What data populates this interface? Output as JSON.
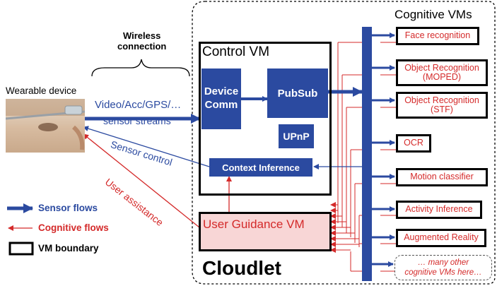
{
  "wearable": {
    "label": "Wearable device"
  },
  "wireless": {
    "label": "Wireless connection",
    "line1": "Wireless",
    "line2": "connection"
  },
  "links": {
    "video_label": "Video/Acc/GPS/…",
    "sensor_streams": "sensor streams",
    "sensor_control": "Sensor control",
    "user_assistance": "User assistance"
  },
  "cloudlet": {
    "label": "Cloudlet"
  },
  "control_vm": {
    "title": "Control VM",
    "device_comm": {
      "line1": "Device",
      "line2": "Comm"
    },
    "pubsub": "PubSub",
    "upnp": "UPnP",
    "context_inference": "Context Inference"
  },
  "user_guidance": {
    "label": "User Guidance VM"
  },
  "cognitive": {
    "title": "Cognitive VMs",
    "vms": [
      {
        "line1": "Face recognition",
        "line2": ""
      },
      {
        "line1": "Object Recognition",
        "line2": "(MOPED)"
      },
      {
        "line1": "Object Recognition",
        "line2": "(STF)"
      },
      {
        "line1": "OCR",
        "line2": ""
      },
      {
        "line1": "Motion classifier",
        "line2": ""
      },
      {
        "line1": "Activity Inference",
        "line2": ""
      },
      {
        "line1": "Augmented Reality",
        "line2": ""
      }
    ],
    "more": {
      "line1": "… many other",
      "line2": "cognitive VMs here…"
    }
  },
  "legend": {
    "sensor_flows": "Sensor flows",
    "cognitive_flows": "Cognitive flows",
    "vm_boundary": "VM boundary"
  },
  "colors": {
    "sensor": "#2b4aa0",
    "cognitive": "#d42a2a",
    "guidance_fill": "#f8d6d6"
  }
}
